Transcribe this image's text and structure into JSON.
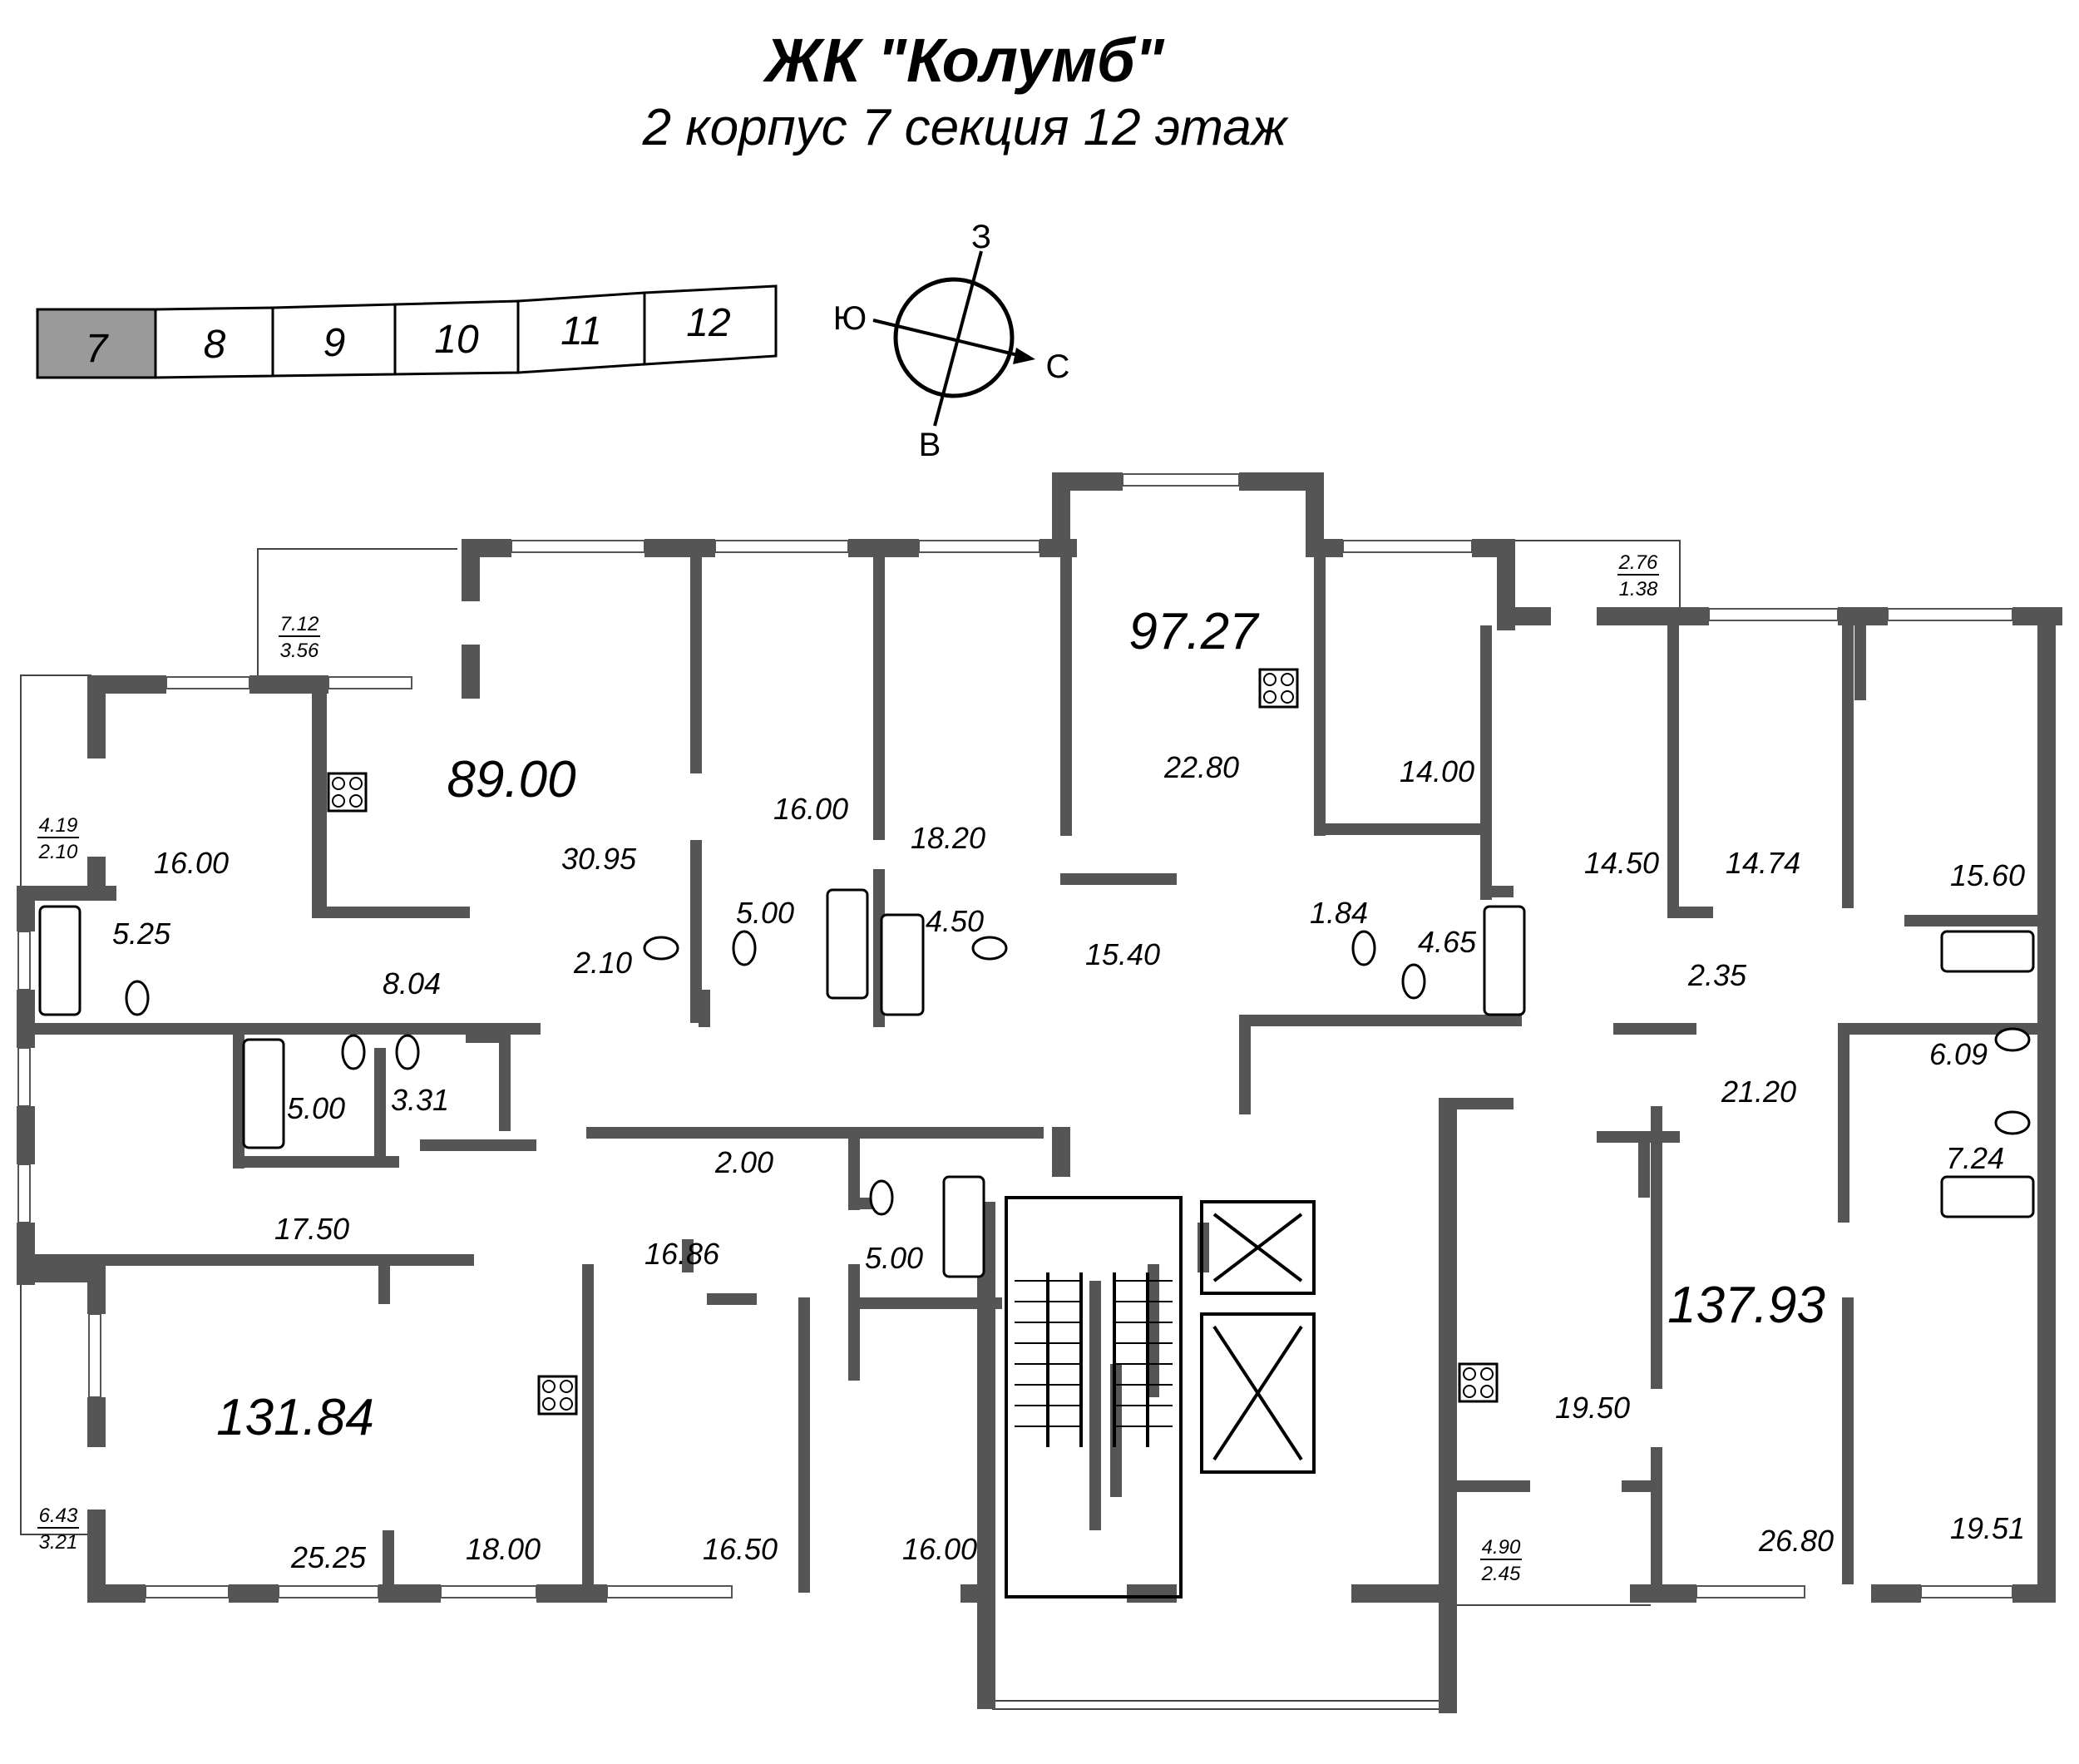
{
  "header": {
    "title": "ЖК \"Колумб\"",
    "subtitle": "2 корпус 7 секция 12 этаж"
  },
  "sections": {
    "labels": [
      "7",
      "8",
      "9",
      "10",
      "11",
      "12"
    ],
    "active": "7",
    "active_color": "#9a9a9a"
  },
  "compass": {
    "north": "З",
    "south": "В",
    "west": "Ю",
    "east": "С"
  },
  "apartments": [
    {
      "id": "apt-89",
      "total": "89.00"
    },
    {
      "id": "apt-97",
      "total": "97.27"
    },
    {
      "id": "apt-131",
      "total": "131.84"
    },
    {
      "id": "apt-137",
      "total": "137.93"
    }
  ],
  "rooms": [
    "16.00",
    "30.95",
    "16.00",
    "18.20",
    "22.80",
    "14.00",
    "14.50",
    "14.74",
    "15.60",
    "5.25",
    "8.04",
    "2.10",
    "5.00",
    "4.50",
    "15.40",
    "1.84",
    "4.65",
    "2.35",
    "6.09",
    "5.00",
    "3.31",
    "2.00",
    "17.50",
    "16.86",
    "5.00",
    "21.20",
    "7.24",
    "19.50",
    "25.25",
    "18.00",
    "16.50",
    "16.00",
    "26.80",
    "19.51"
  ],
  "balconies": [
    {
      "top": "7.12",
      "bottom": "3.56"
    },
    {
      "top": "4.19",
      "bottom": "2.10"
    },
    {
      "top": "2.76",
      "bottom": "1.38"
    },
    {
      "top": "6.43",
      "bottom": "3.21"
    },
    {
      "top": "4.90",
      "bottom": "2.45"
    }
  ]
}
